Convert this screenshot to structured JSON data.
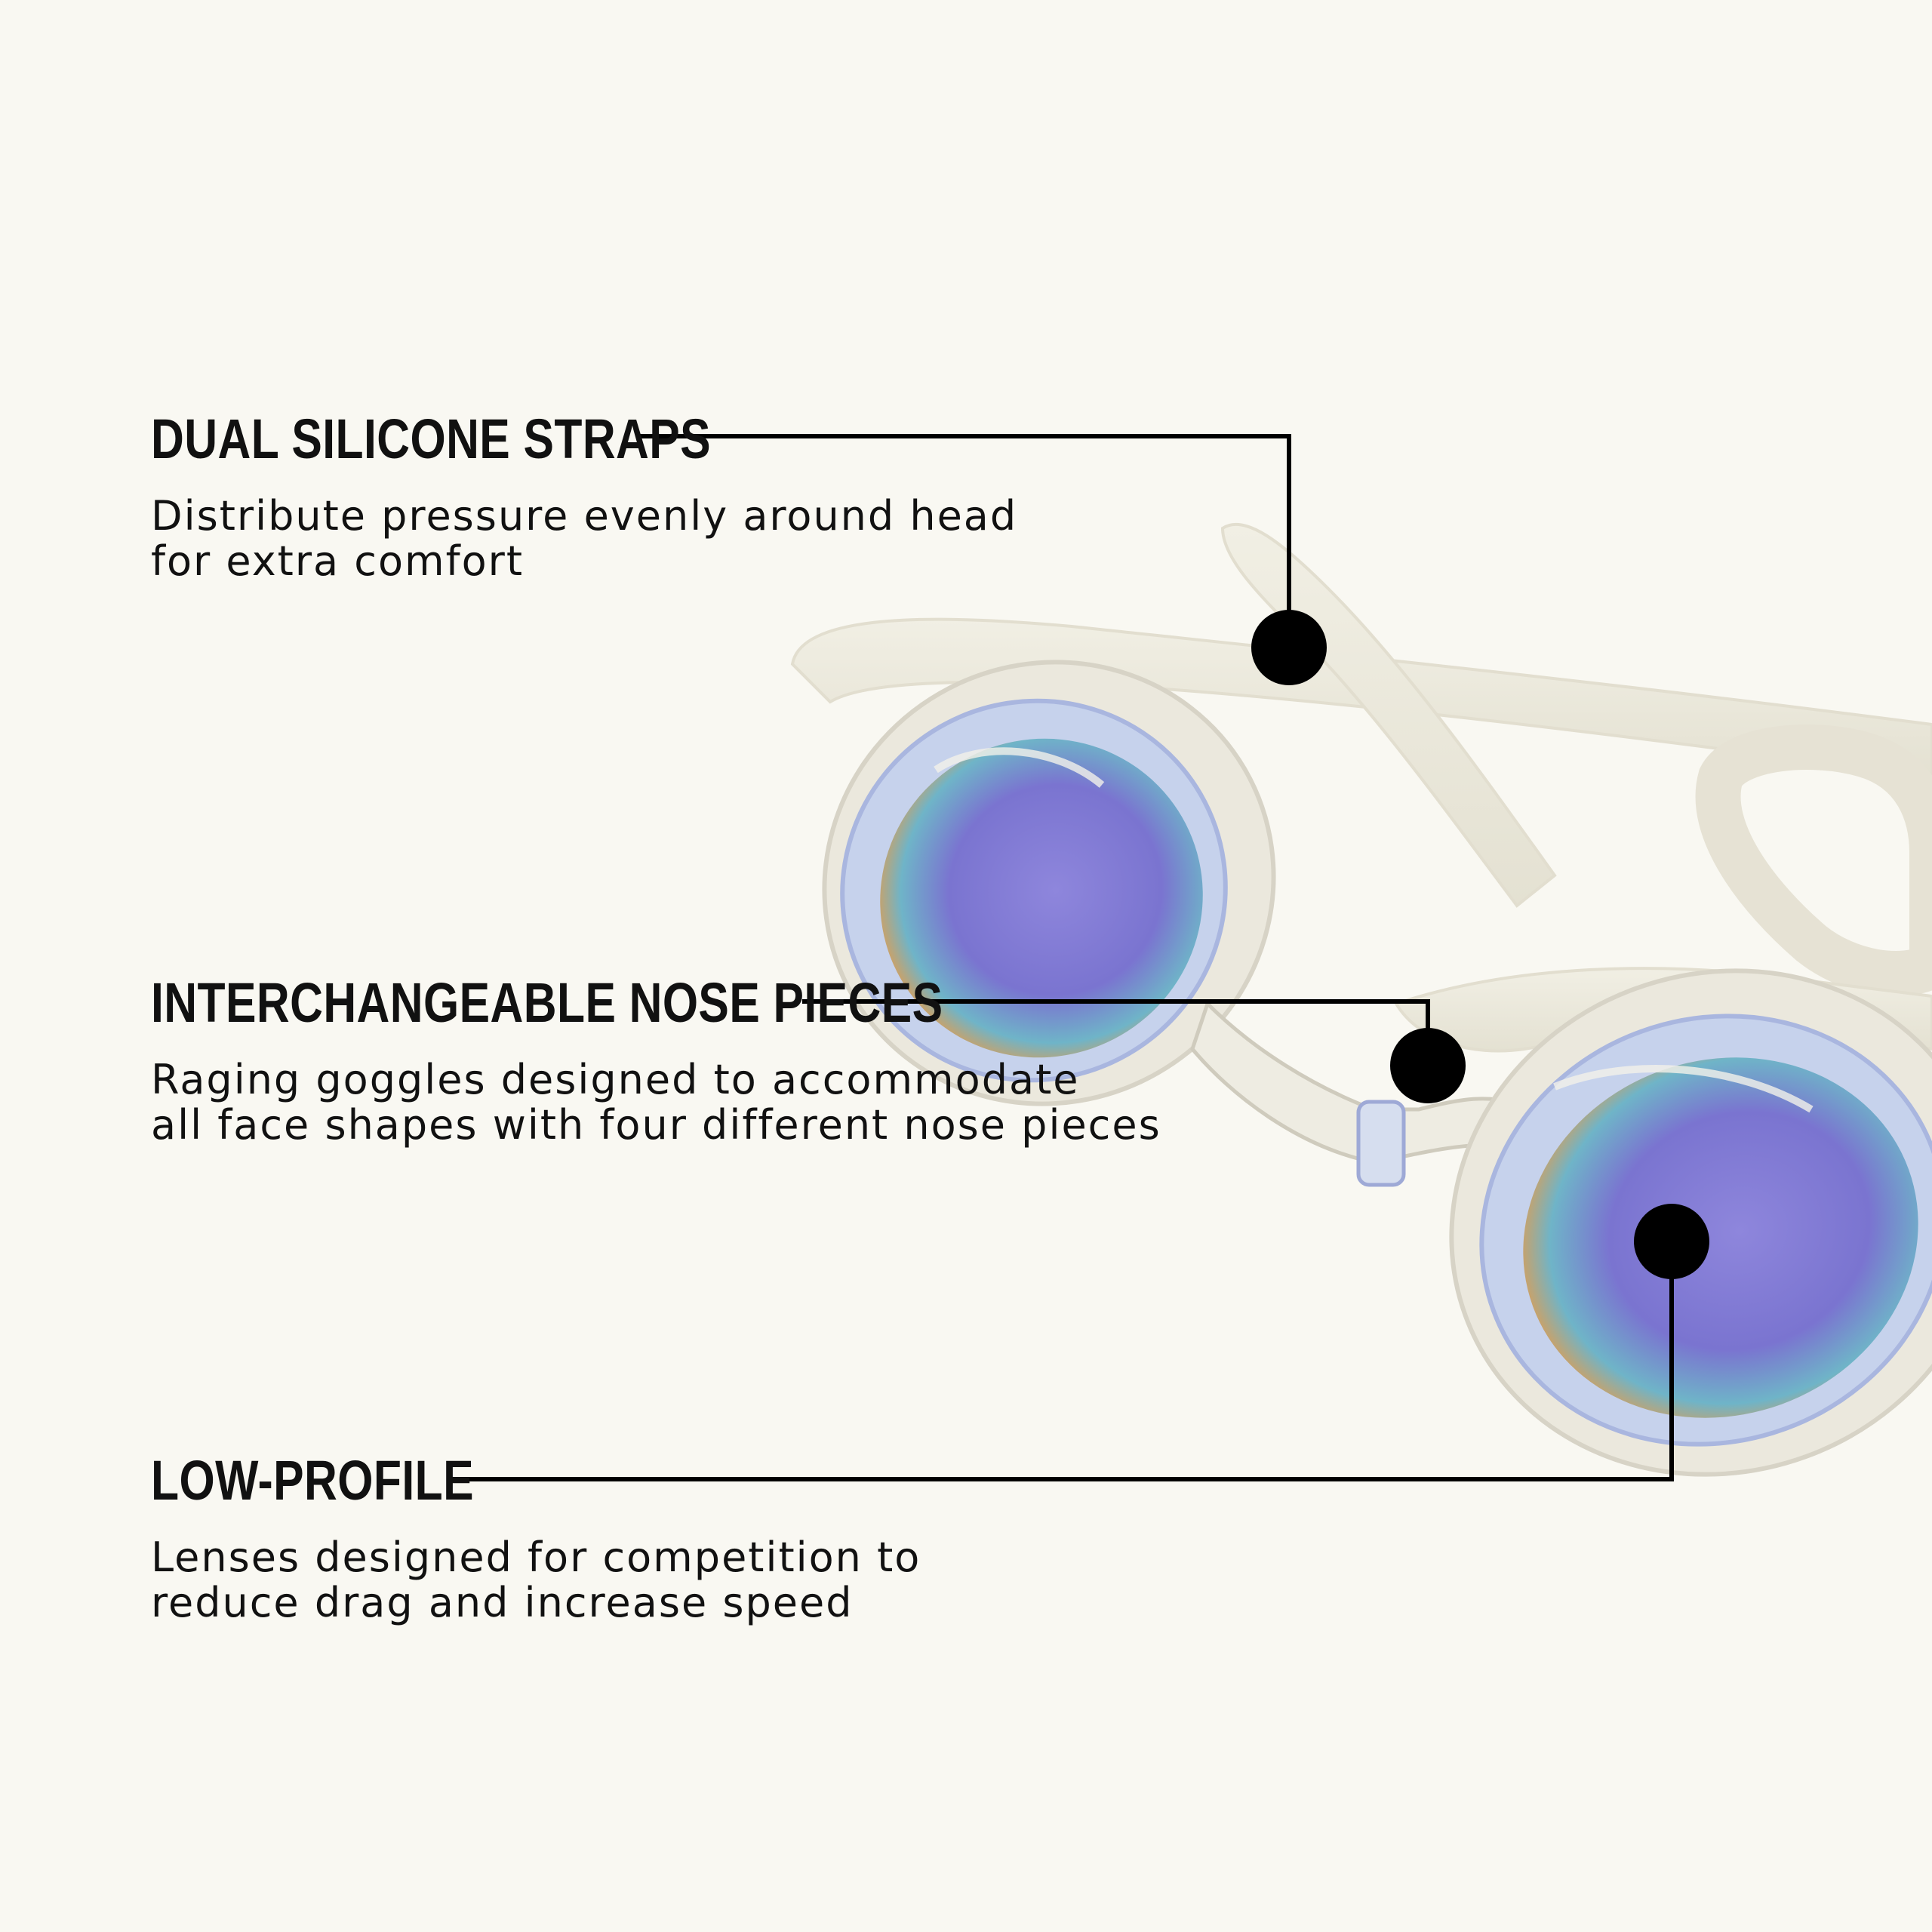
{
  "features": [
    {
      "title": "DUAL SILICONE STRAPS",
      "description": [
        "Distribute pressure evenly around head",
        "for extra comfort"
      ]
    },
    {
      "title": "INTERCHANGEABLE NOSE PIECES",
      "description": [
        "Raging goggles designed to accommodate",
        "all face shapes with four different nose pieces"
      ]
    },
    {
      "title": "LOW-PROFILE",
      "description": [
        "Lenses designed for competition to",
        "reduce drag and increase speed"
      ]
    }
  ],
  "colors": {
    "background": "#f9f8f2",
    "text": "#111111",
    "marker": "#000000",
    "strap": "#ece9dc",
    "lens": "#8a7fd6"
  },
  "illustration": {
    "subject-icon": "swim-goggles-icon"
  }
}
